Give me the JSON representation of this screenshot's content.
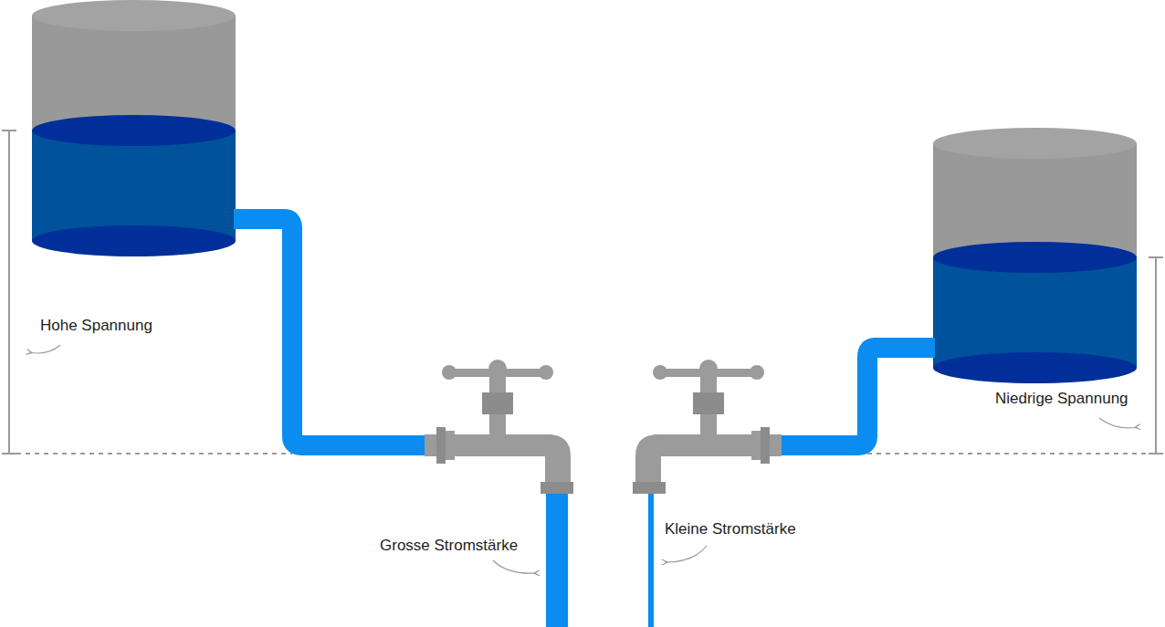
{
  "diagram": {
    "labels": [
      "Hohe Spannung",
      "Niedrige Spannung",
      "Grosse Stromstärke",
      "Kleine Stromstärke"
    ]
  }
}
